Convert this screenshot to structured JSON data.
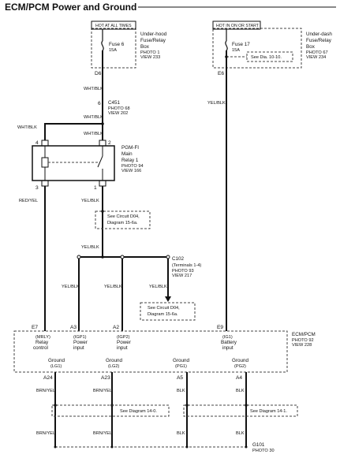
{
  "title": "ECM/PCM Power and Ground",
  "hot_at_all_times": "HOT AT ALL TIMES",
  "hot_in_on_or_start": "HOT IN ON OR START",
  "underhood_box": {
    "line1": "Under-hood",
    "line2": "Fuse/Relay",
    "line3": "Box",
    "photo": "PHOTO 1",
    "view": "VIEW 233"
  },
  "underdash_box": {
    "line1": "Under-dash",
    "line2": "Fuse/Relay",
    "line3": "Box",
    "photo": "PHOTO 67",
    "view": "VIEW 234"
  },
  "fuse6": {
    "name": "Fuse 6",
    "rating": "15A"
  },
  "fuse17": {
    "name": "Fuse 17",
    "rating": "15A"
  },
  "see_dia_10_10": "See Dia. 10-10.",
  "pin_d6": "D6",
  "pin_e6": "E6",
  "wire_wht_blk": "WHT/BLK",
  "wire_yel_blk": "YEL/BLK",
  "wire_red_yel": "RED/YEL",
  "wire_brn_yel": "BRN/YEL",
  "wire_blk": "BLK",
  "c451": {
    "pin": "6",
    "name": "C451",
    "photo": "PHOTO 68",
    "view": "VIEW 202"
  },
  "relay": {
    "line1": "PGM-FI",
    "line2": "Main",
    "line3": "Relay 1",
    "photo": "PHOTO 94",
    "view": "VIEW 166"
  },
  "relay_pins": {
    "p4": "4",
    "p2": "2",
    "p3": "3",
    "p1": "1"
  },
  "see_circuit_d04_a": {
    "line1": "See Circuit D04,",
    "line2": "Diagram 15-6a."
  },
  "see_circuit_d04_b": {
    "line1": "See Circuit D04,",
    "line2": "Diagram 15-6a."
  },
  "c102": {
    "name": "C102",
    "sub": "(Terminals 1-4)",
    "photo": "PHOTO 93",
    "view": "VIEW 217"
  },
  "ecm_pins": {
    "e7": "E7",
    "a3": "A3",
    "a2": "A2",
    "e9": "E9"
  },
  "ecm": {
    "name": "ECM/PCM",
    "photo": "PHOTO 92",
    "view": "VIEW 228"
  },
  "ecm_inputs": [
    {
      "code": "(MRLY)",
      "line1": "Relay",
      "line2": "control"
    },
    {
      "code": "(IGP1)",
      "line1": "Power",
      "line2": "input"
    },
    {
      "code": "(IGP2)",
      "line1": "Power",
      "line2": "input"
    },
    {
      "code": "(IG1)",
      "line1": "Battery",
      "line2": "input"
    }
  ],
  "ecm_grounds": [
    {
      "line1": "Ground",
      "code": "(LG1)",
      "pin": "A24"
    },
    {
      "line1": "Ground",
      "code": "(LG2)",
      "pin": "A23"
    },
    {
      "line1": "Ground",
      "code": "(PG1)",
      "pin": "A5"
    },
    {
      "line1": "Ground",
      "code": "(PG2)",
      "pin": "A4"
    }
  ],
  "see_diagram_14_0": "See Diagram 14-0.",
  "see_diagram_14_1": "See Diagram 14-1.",
  "g101": {
    "name": "G101",
    "photo": "PHOTO 30"
  }
}
